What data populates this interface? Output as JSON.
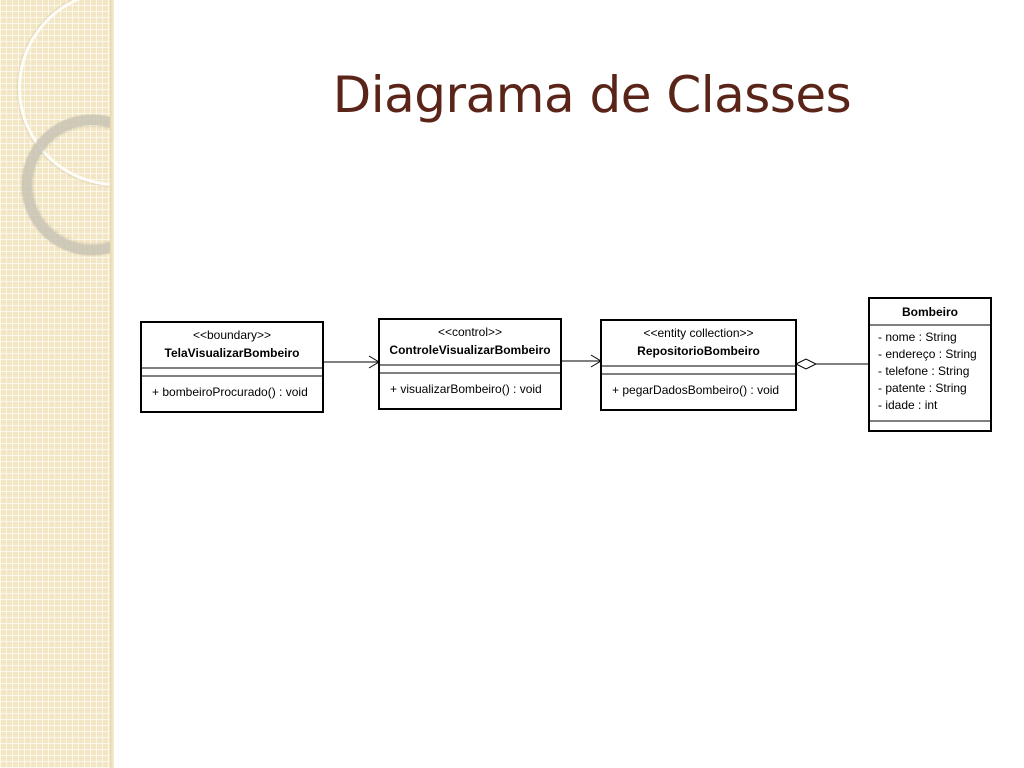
{
  "slide": {
    "title": "Diagrama de Classes"
  },
  "diagram": {
    "classes": [
      {
        "id": "tela",
        "stereotype": "<<boundary>>",
        "name": "TelaVisualizarBombeiro",
        "attributes": [],
        "operations": [
          "+ bombeiroProcurado() : void"
        ]
      },
      {
        "id": "controle",
        "stereotype": "<<control>>",
        "name": "ControleVisualizarBombeiro",
        "attributes": [],
        "operations": [
          "+ visualizarBombeiro() : void"
        ]
      },
      {
        "id": "repositorio",
        "stereotype": "<<entity collection>>",
        "name": "RepositorioBombeiro",
        "attributes": [],
        "operations": [
          "+ pegarDadosBombeiro() : void"
        ]
      },
      {
        "id": "bombeiro",
        "stereotype": "",
        "name": "Bombeiro",
        "attributes": [
          "- nome : String",
          "- endereço : String",
          "- telefone : String",
          "- patente : String",
          "- idade : int"
        ],
        "operations": []
      }
    ],
    "relations": [
      {
        "from": "tela",
        "to": "controle",
        "kind": "association-navigable"
      },
      {
        "from": "controle",
        "to": "repositorio",
        "kind": "association-navigable"
      },
      {
        "from": "repositorio",
        "to": "bombeiro",
        "kind": "aggregation"
      }
    ]
  }
}
